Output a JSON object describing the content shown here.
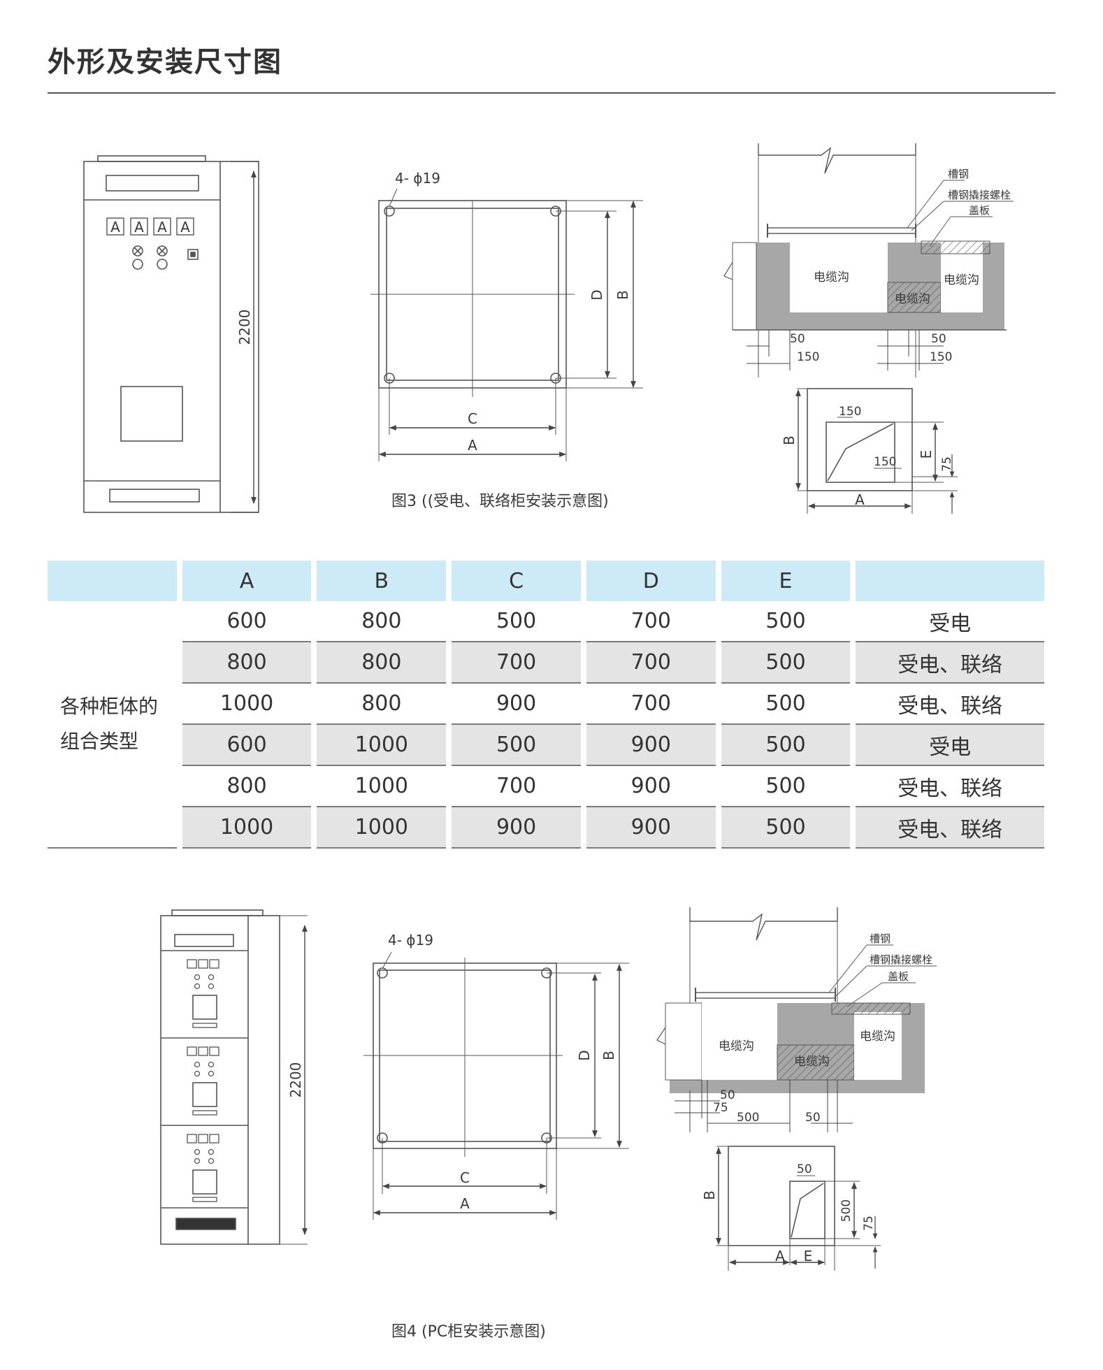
{
  "page": {
    "title": "外形及安装尺寸图"
  },
  "fig3": {
    "height_label": "2200",
    "meter_labels": [
      "A",
      "A",
      "A",
      "A"
    ],
    "holes_label": "4- ϕ19",
    "base_labels": {
      "c": "C",
      "a": "A",
      "d": "D",
      "b": "B"
    },
    "caption": "图3 ((受电、联络柜安装示意图)",
    "trench": {
      "channel_steel": "槽钢",
      "channel_bolt": "槽钢撬接螺栓",
      "cover_plate": "盖板",
      "cable_trench": "电缆沟",
      "dims": [
        "50",
        "150",
        "50",
        "150"
      ]
    },
    "opening": {
      "dims": [
        "150",
        "150",
        "75"
      ],
      "labels": {
        "b": "B",
        "e": "E",
        "a": "A"
      }
    }
  },
  "table": {
    "headers": [
      "",
      "A",
      "B",
      "C",
      "D",
      "E",
      ""
    ],
    "group_label_line1": "各种柜体的",
    "group_label_line2": "组合类型",
    "rows": [
      [
        "600",
        "800",
        "500",
        "700",
        "500",
        "受电"
      ],
      [
        "800",
        "800",
        "700",
        "700",
        "500",
        "受电、联络"
      ],
      [
        "1000",
        "800",
        "900",
        "700",
        "500",
        "受电、联络"
      ],
      [
        "600",
        "1000",
        "500",
        "900",
        "500",
        "受电"
      ],
      [
        "800",
        "1000",
        "700",
        "900",
        "500",
        "受电、联络"
      ],
      [
        "1000",
        "1000",
        "900",
        "900",
        "500",
        "受电、联络"
      ]
    ]
  },
  "fig4": {
    "height_label": "2200",
    "holes_label": "4- ϕ19",
    "base_labels": {
      "c": "C",
      "a": "A",
      "d": "D",
      "b": "B"
    },
    "caption": "图4 (PC柜安装示意图)",
    "trench": {
      "channel_steel": "槽钢",
      "channel_bolt": "槽钢撬接螺栓",
      "cover_plate": "盖板",
      "cable_trench": "电缆沟",
      "dims": [
        "50",
        "75",
        "500",
        "50"
      ]
    },
    "opening": {
      "dims": [
        "50",
        "500",
        "75"
      ],
      "labels": {
        "b": "B",
        "a": "A",
        "e": "E"
      }
    }
  }
}
